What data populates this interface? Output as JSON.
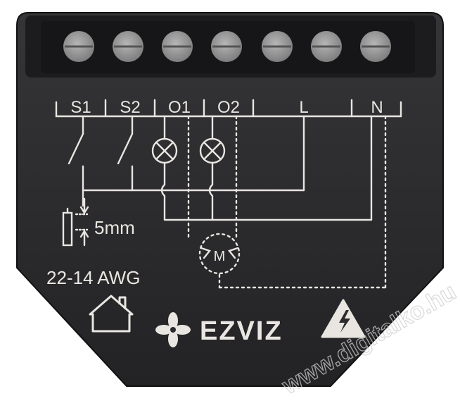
{
  "terminals": {
    "labels": [
      "S1",
      "S2",
      "O1",
      "O2",
      "L",
      "N"
    ]
  },
  "wire_spec": {
    "strip_length": "5mm",
    "gauge": "22-14 AWG"
  },
  "brand": {
    "name": "EZVIZ"
  },
  "diagram": {
    "motor_label": "M"
  },
  "watermark": {
    "text": "www.digitalko.hu"
  },
  "colors": {
    "housing": "#2b2b2d",
    "housing_top": "#1d1d1f",
    "printing": "#e9e6e1",
    "screw": "#9a9a9a"
  }
}
